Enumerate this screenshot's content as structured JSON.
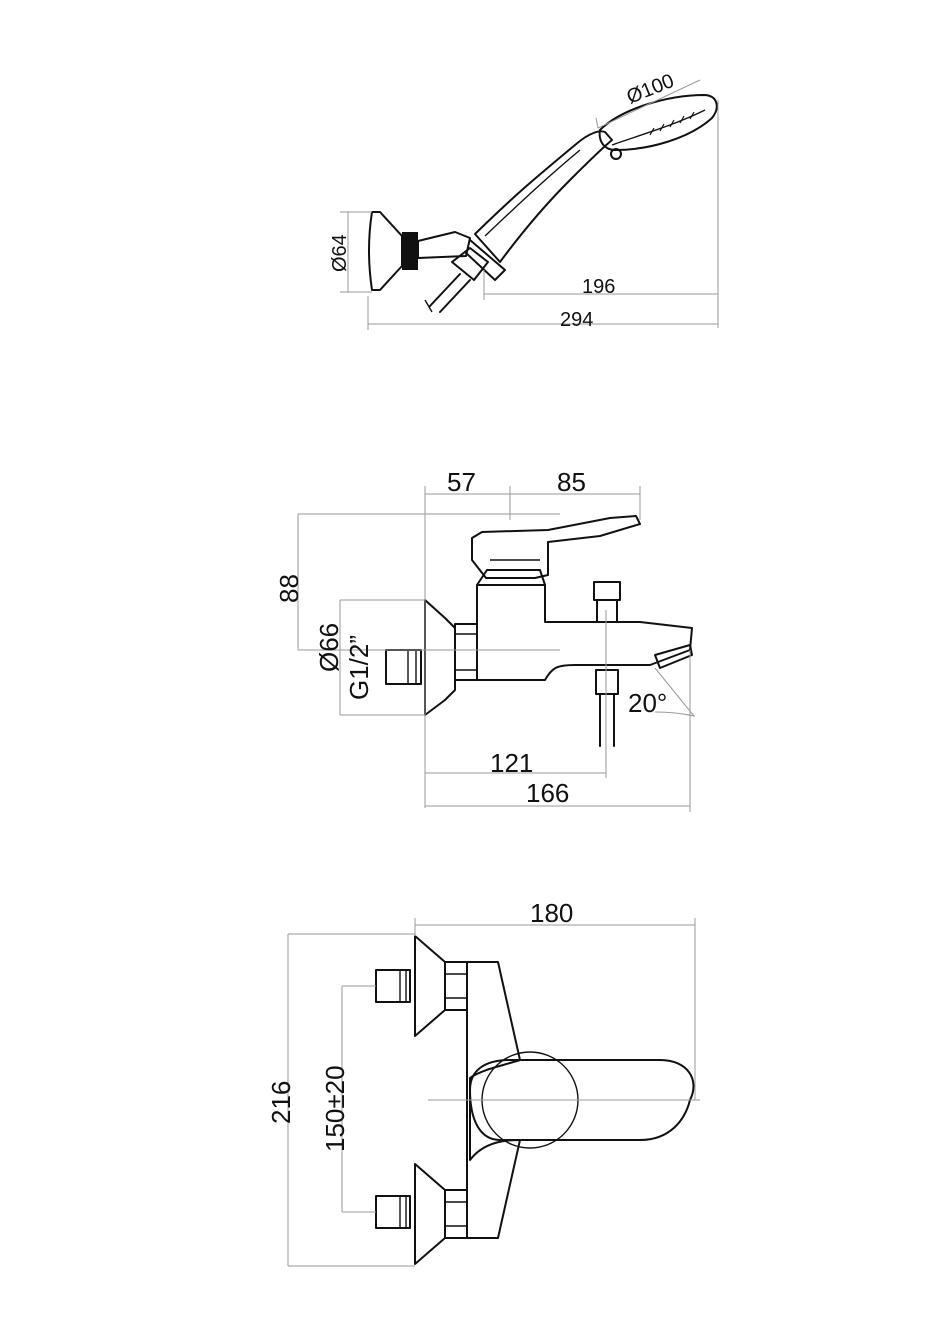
{
  "views": {
    "hand_shower": {
      "dims": {
        "head_diameter": "Ø100",
        "wall_diameter": "Ø64",
        "hose_length": "196",
        "overall_length": "294"
      }
    },
    "side_view": {
      "dims": {
        "offset_left": "57",
        "offset_right": "85",
        "height": "88",
        "flange_diameter": "Ø66",
        "thread": "G1/2”",
        "angle": "20°",
        "spout_to_outlet": "121",
        "overall_depth": "166"
      }
    },
    "front_view": {
      "dims": {
        "width": "180",
        "height": "216",
        "centers": "150±20"
      }
    }
  }
}
